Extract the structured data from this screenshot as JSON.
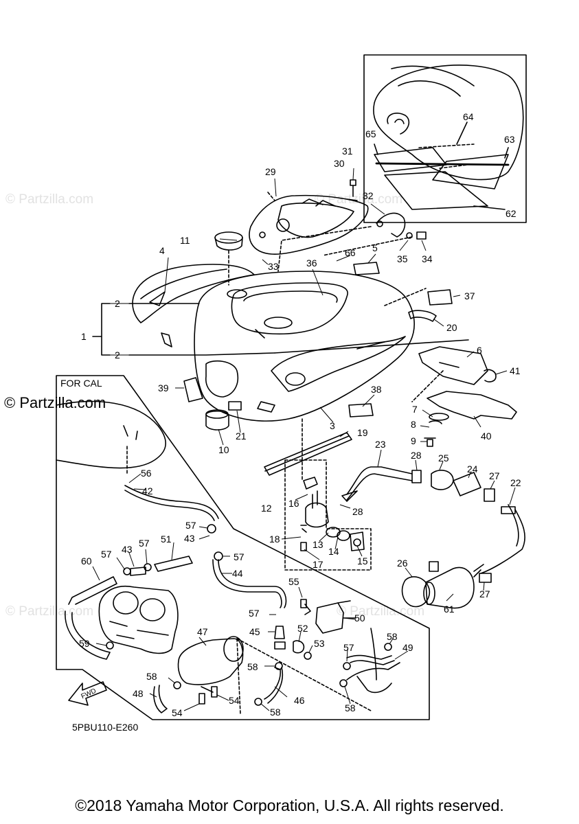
{
  "watermark": "© Partzilla.com",
  "brand_mark": "© Partzilla.com",
  "cal_label": "FOR CAL",
  "fwd_label": "FWD",
  "diagram_code": "5PBU110-E260",
  "copyright": "©2018 Yamaha Motor Corporation, U.S.A. All rights reserved.",
  "callouts": {
    "c1": "1",
    "c2a": "2",
    "c2b": "2",
    "c3": "3",
    "c4": "4",
    "c5": "5",
    "c6": "6",
    "c7": "7",
    "c8": "8",
    "c9": "9",
    "c10": "10",
    "c11": "11",
    "c12": "12",
    "c13": "13",
    "c14": "14",
    "c15": "15",
    "c16": "16",
    "c17": "17",
    "c18": "18",
    "c19": "19",
    "c20": "20",
    "c21": "21",
    "c22": "22",
    "c23": "23",
    "c24": "24",
    "c25": "25",
    "c26": "26",
    "c27a": "27",
    "c27b": "27",
    "c28a": "28",
    "c28b": "28",
    "c29": "29",
    "c30": "30",
    "c31": "31",
    "c32": "32",
    "c33": "33",
    "c34": "34",
    "c35": "35",
    "c36": "36",
    "c37": "37",
    "c38": "38",
    "c39": "39",
    "c40": "40",
    "c41": "41",
    "c42": "42",
    "c43a": "43",
    "c43b": "43",
    "c44": "44",
    "c45": "45",
    "c46": "46",
    "c47": "47",
    "c48": "48",
    "c49": "49",
    "c50": "50",
    "c51": "51",
    "c52": "52",
    "c53": "53",
    "c54a": "54",
    "c54b": "54",
    "c55": "55",
    "c56": "56",
    "c57a": "57",
    "c57b": "57",
    "c57c": "57",
    "c57d": "57",
    "c57e": "57",
    "c57f": "57",
    "c58a": "58",
    "c58b": "58",
    "c58c": "58",
    "c58d": "58",
    "c58e": "58",
    "c59": "59",
    "c60": "60",
    "c61": "61",
    "c62": "62",
    "c63": "63",
    "c64": "64",
    "c65": "65",
    "c66": "66"
  }
}
